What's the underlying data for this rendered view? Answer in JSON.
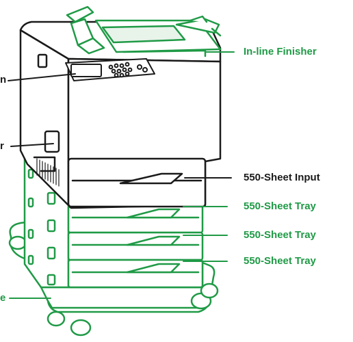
{
  "colors": {
    "accent": "#1f9a46",
    "ink": "#1a1a1a",
    "panel": "#e8f3ea"
  },
  "labels": {
    "finisher": "In-line Finisher",
    "panel_partial": "n",
    "door_partial": "r",
    "input": "550-Sheet Input",
    "tray1": "550-Sheet Tray",
    "tray2": "550-Sheet Tray",
    "tray3": "550-Sheet Tray",
    "base_partial": "e"
  }
}
